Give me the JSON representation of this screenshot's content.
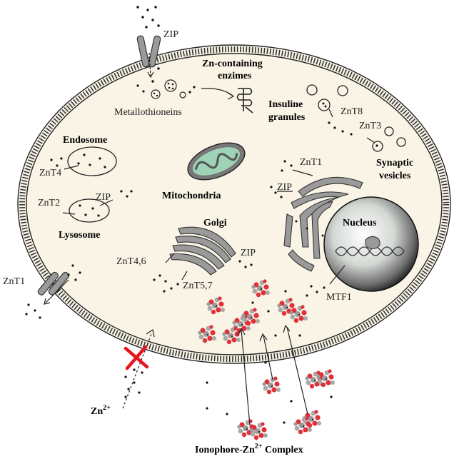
{
  "labels": {
    "zip_top": "ZIP",
    "zn_enzymes_1": "Zn-containing",
    "zn_enzymes_2": "enzimes",
    "metallothioneins": "Metallothioneins",
    "insuline_1": "Insuline",
    "insuline_2": "granules",
    "znt8": "ZnT8",
    "znt3": "ZnT3",
    "synaptic_1": "Synaptic",
    "synaptic_2": "vesicles",
    "endosome": "Endosome",
    "znt4": "ZnT4",
    "mitochondria": "Mitochondria",
    "znt1_er": "ZnT1",
    "zip_er": "ZIP",
    "znt2": "ZnT2",
    "zip_lysosome": "ZIP",
    "lysosome": "Lysosome",
    "golgi": "Golgi",
    "nucleus": "Nucleus",
    "znt46": "ZnT4,6",
    "zip_golgi": "ZIP",
    "znt57": "ZnT5,7",
    "znt1_membrane": "ZnT1",
    "mtf1": "MTF1",
    "zn_ion": "Zn",
    "zn_ion_charge": "2+",
    "ionophore_1": "Ionophore-Zn",
    "ionophore_charge": "2+",
    "ionophore_2": " Complex"
  },
  "colors": {
    "cytoplasm": "#f9f4e6",
    "membrane": "#333333",
    "organelle": "#9a9a9a",
    "mitochondria_inner": "#9fd3b8",
    "block_mark": "#e8141b",
    "complex_red": "#e0303a",
    "complex_grey": "#a8a8a8"
  }
}
